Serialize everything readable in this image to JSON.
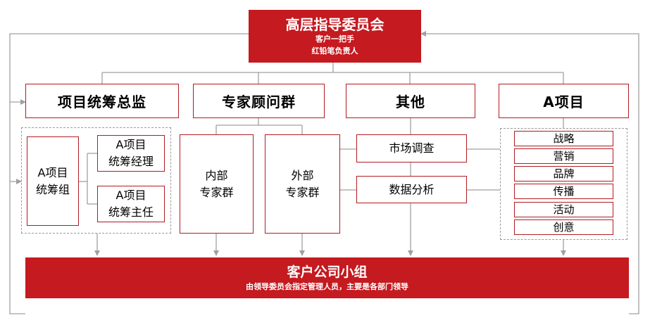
{
  "top": {
    "title": "高层指导委员会",
    "line1": "客户一把手",
    "line2": "红铅笔负责人"
  },
  "headers": {
    "pm": "项目统筹总监",
    "expert": "专家顾问群",
    "other": "其他",
    "aproj": "A项目"
  },
  "pm": {
    "group": [
      "A项目",
      "统筹组"
    ],
    "manager": [
      "A项目",
      "统筹经理"
    ],
    "director": [
      "A项目",
      "统筹主任"
    ]
  },
  "expert": {
    "internal": [
      "内部",
      "专家群"
    ],
    "external": [
      "外部",
      "专家群"
    ]
  },
  "other": {
    "market": "市场调查",
    "data": "数据分析"
  },
  "aproj_items": [
    "战略",
    "营销",
    "品牌",
    "传播",
    "活动",
    "创意"
  ],
  "bottom": {
    "title": "客户公司小组",
    "subtitle": "由领导委员会指定管理人员，主要是各部门领导"
  }
}
